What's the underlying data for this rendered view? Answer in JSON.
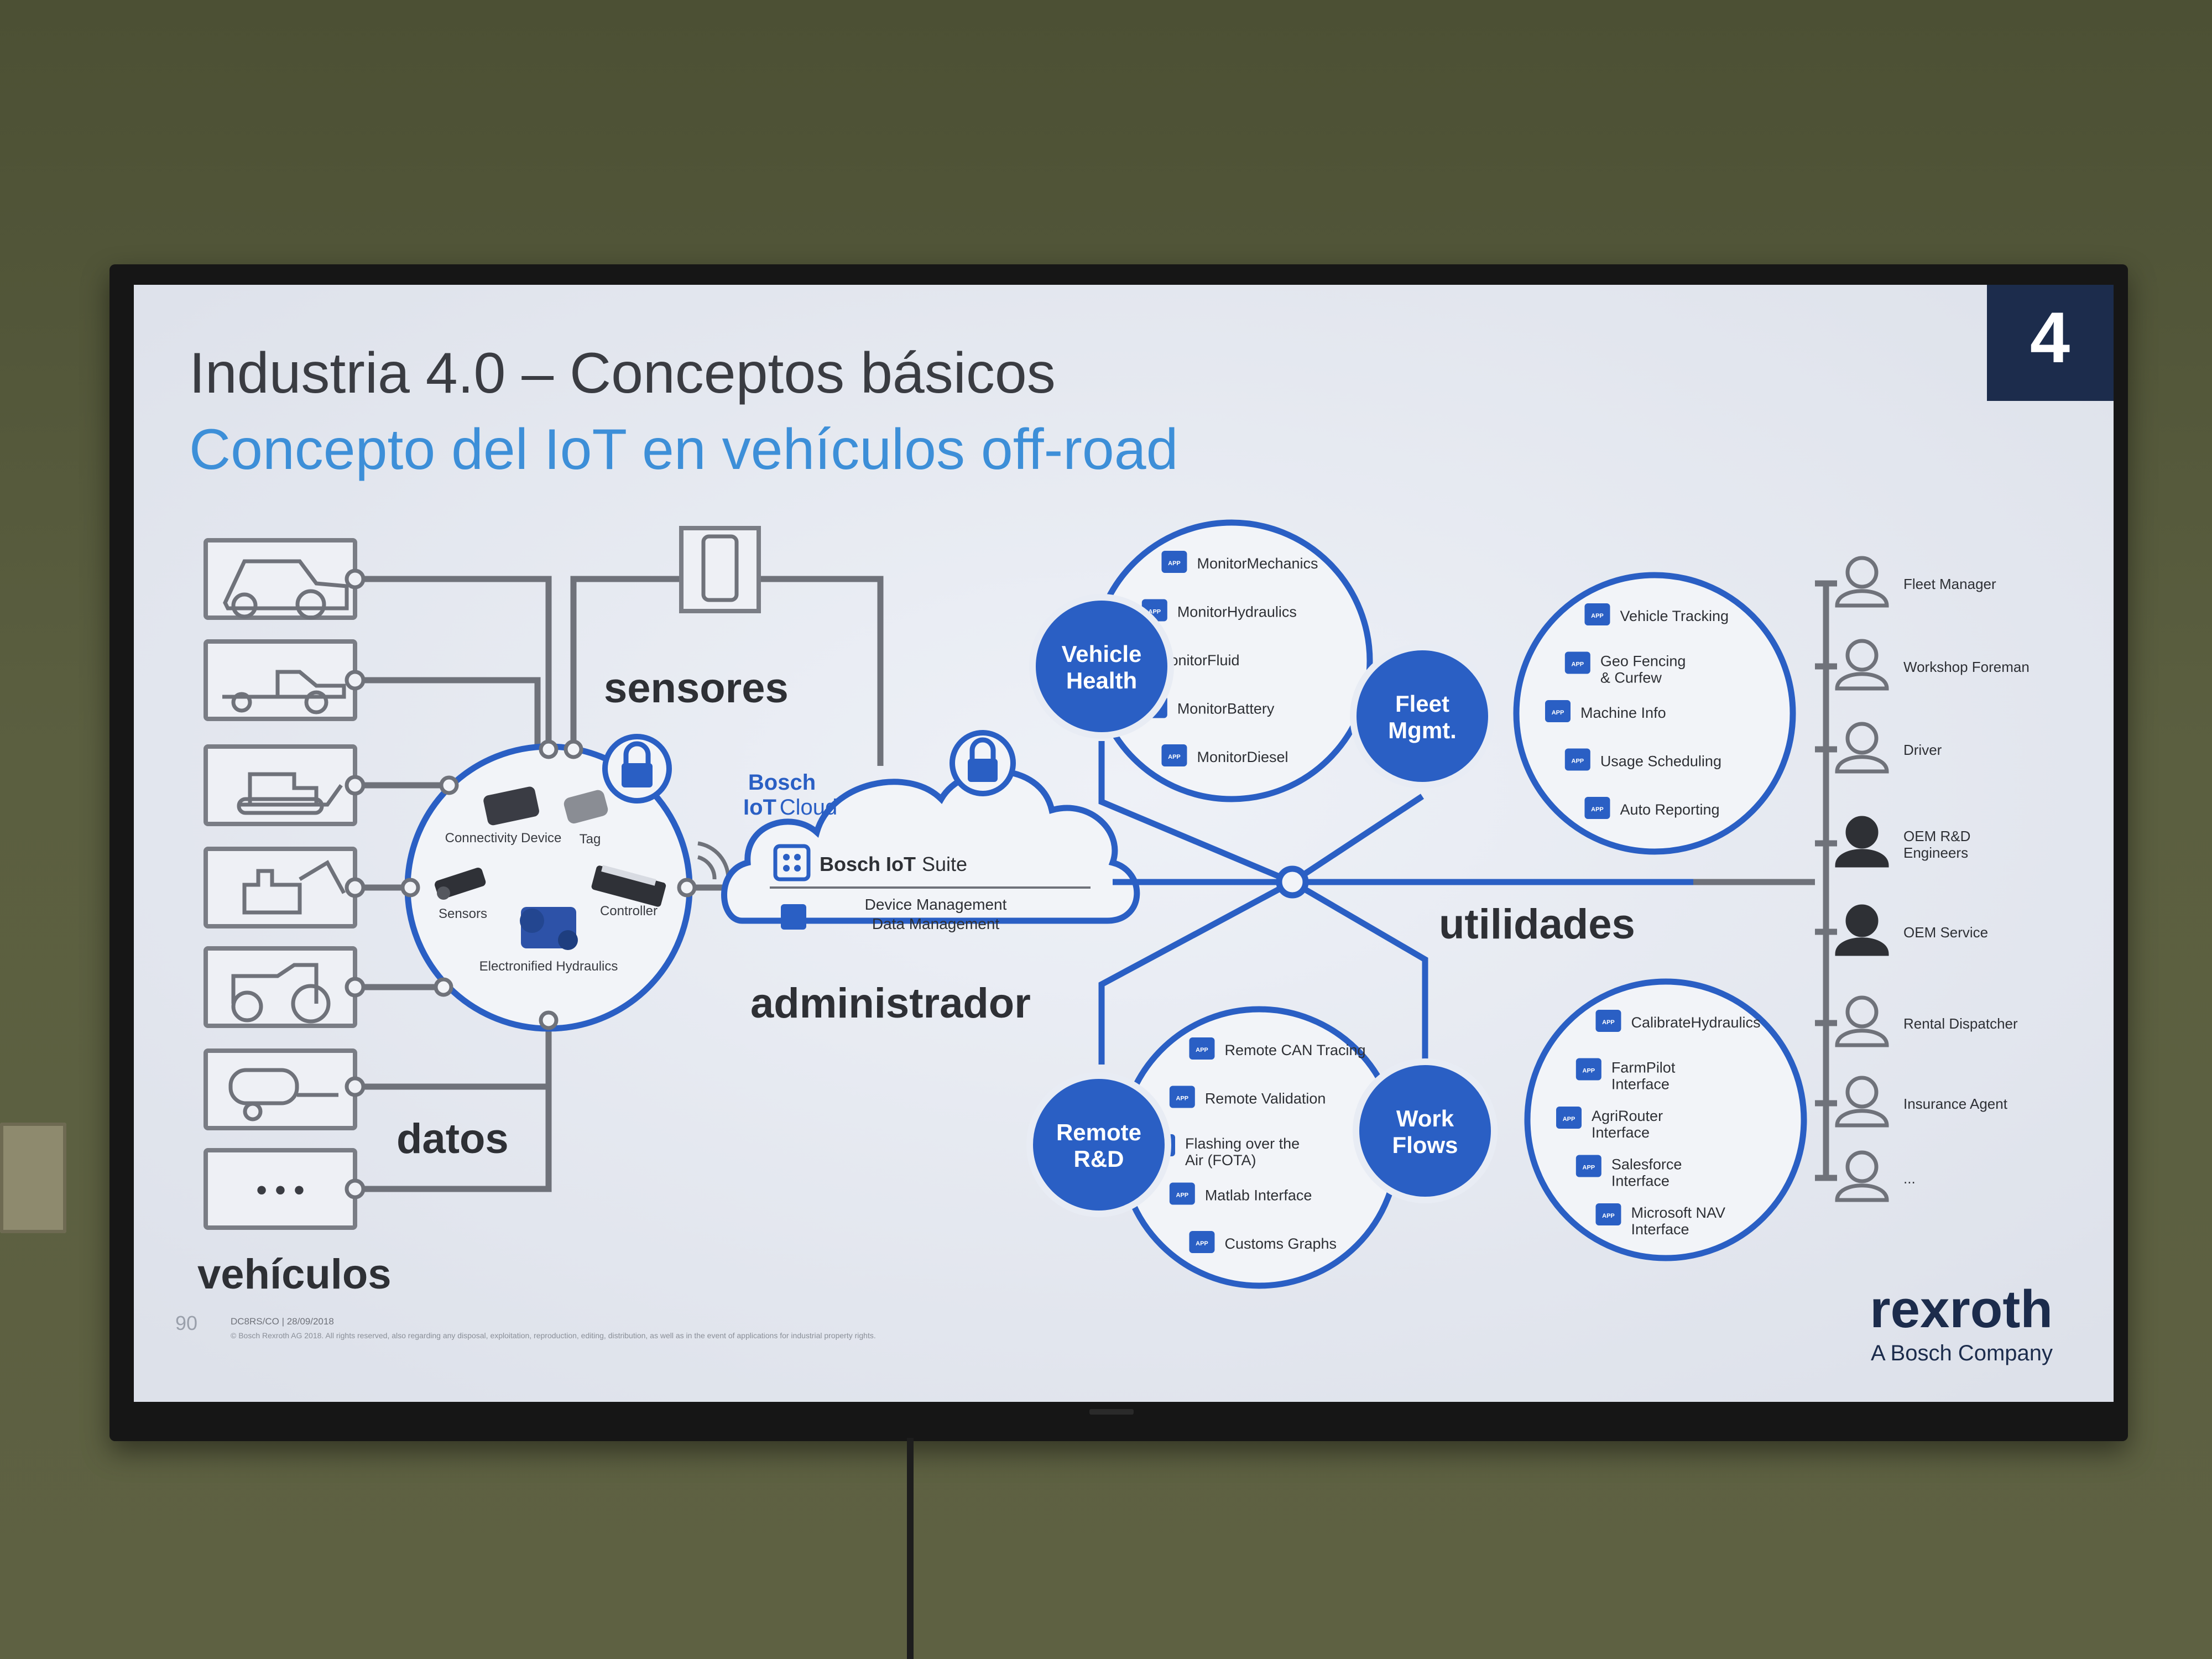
{
  "slide": {
    "title": "Industria 4.0 – Conceptos básicos",
    "subtitle": "Concepto del IoT en vehículos off-road",
    "page_badge": "4",
    "page_number": "90",
    "footer_line1": "DC8RS/CO | 28/09/2018",
    "footer_line2": "© Bosch Rexroth AG 2018. All rights reserved, also regarding any disposal, exploitation, reproduction, editing, distribution, as well as in the event of applications for industrial property rights.",
    "brand": "rexroth",
    "brand_tagline": "A Bosch Company"
  },
  "labels": {
    "vehicles": "vehículos",
    "more_vehicles": "• • •",
    "data": "datos",
    "sensors": "sensores",
    "admin": "administrador",
    "utilities": "utilidades",
    "cloud_line1": "Bosch",
    "cloud_line2_bold": "IoT",
    "cloud_line2_rest": "Cloud",
    "suite_bold": "Bosch IoT",
    "suite_rest": "Suite",
    "suite_line1": "Device Management",
    "suite_line2": "Data Management"
  },
  "devices": [
    {
      "label": "Connectivity Device"
    },
    {
      "label": "Tag"
    },
    {
      "label": "Sensors"
    },
    {
      "label": "Controller"
    },
    {
      "label": "Electronified Hydraulics"
    }
  ],
  "app_tag": "APP",
  "clusters": [
    {
      "name": "Vehicle Health",
      "apps": [
        "MonitorMechanics",
        "MonitorHydraulics",
        "MonitorFluid",
        "MonitorBattery",
        "MonitorDiesel"
      ]
    },
    {
      "name": "Fleet Mgmt.",
      "apps": [
        "Vehicle Tracking",
        "Geo Fencing & Curfew",
        "Machine Info",
        "Usage Scheduling",
        "Auto Reporting"
      ]
    },
    {
      "name": "Remote R&D",
      "apps": [
        "Remote CAN Tracing",
        "Remote Validation",
        "Flashing over the Air (FOTA)",
        "Matlab Interface",
        "Customs Graphs"
      ]
    },
    {
      "name": "Work Flows",
      "apps": [
        "CalibrateHydraulics",
        "FarmPilot Interface",
        "AgriRouter Interface",
        "Salesforce Interface",
        "Microsoft NAV Interface"
      ]
    }
  ],
  "users": [
    {
      "label": "Fleet Manager",
      "filled": false
    },
    {
      "label": "Workshop Foreman",
      "filled": false
    },
    {
      "label": "Driver",
      "filled": false
    },
    {
      "label": "OEM R&D Engineers",
      "filled": true
    },
    {
      "label": "OEM Service",
      "filled": true
    },
    {
      "label": "Rental Dispatcher",
      "filled": false
    },
    {
      "label": "Insurance Agent",
      "filled": false
    },
    {
      "label": "...",
      "filled": false
    }
  ],
  "colors": {
    "accent_blue": "#2a5fc4",
    "subtitle_blue": "#3d8fd8",
    "line_gray": "#6f727a",
    "navy_badge": "#1c2c4c",
    "slide_bg": "#e4e7ef"
  }
}
